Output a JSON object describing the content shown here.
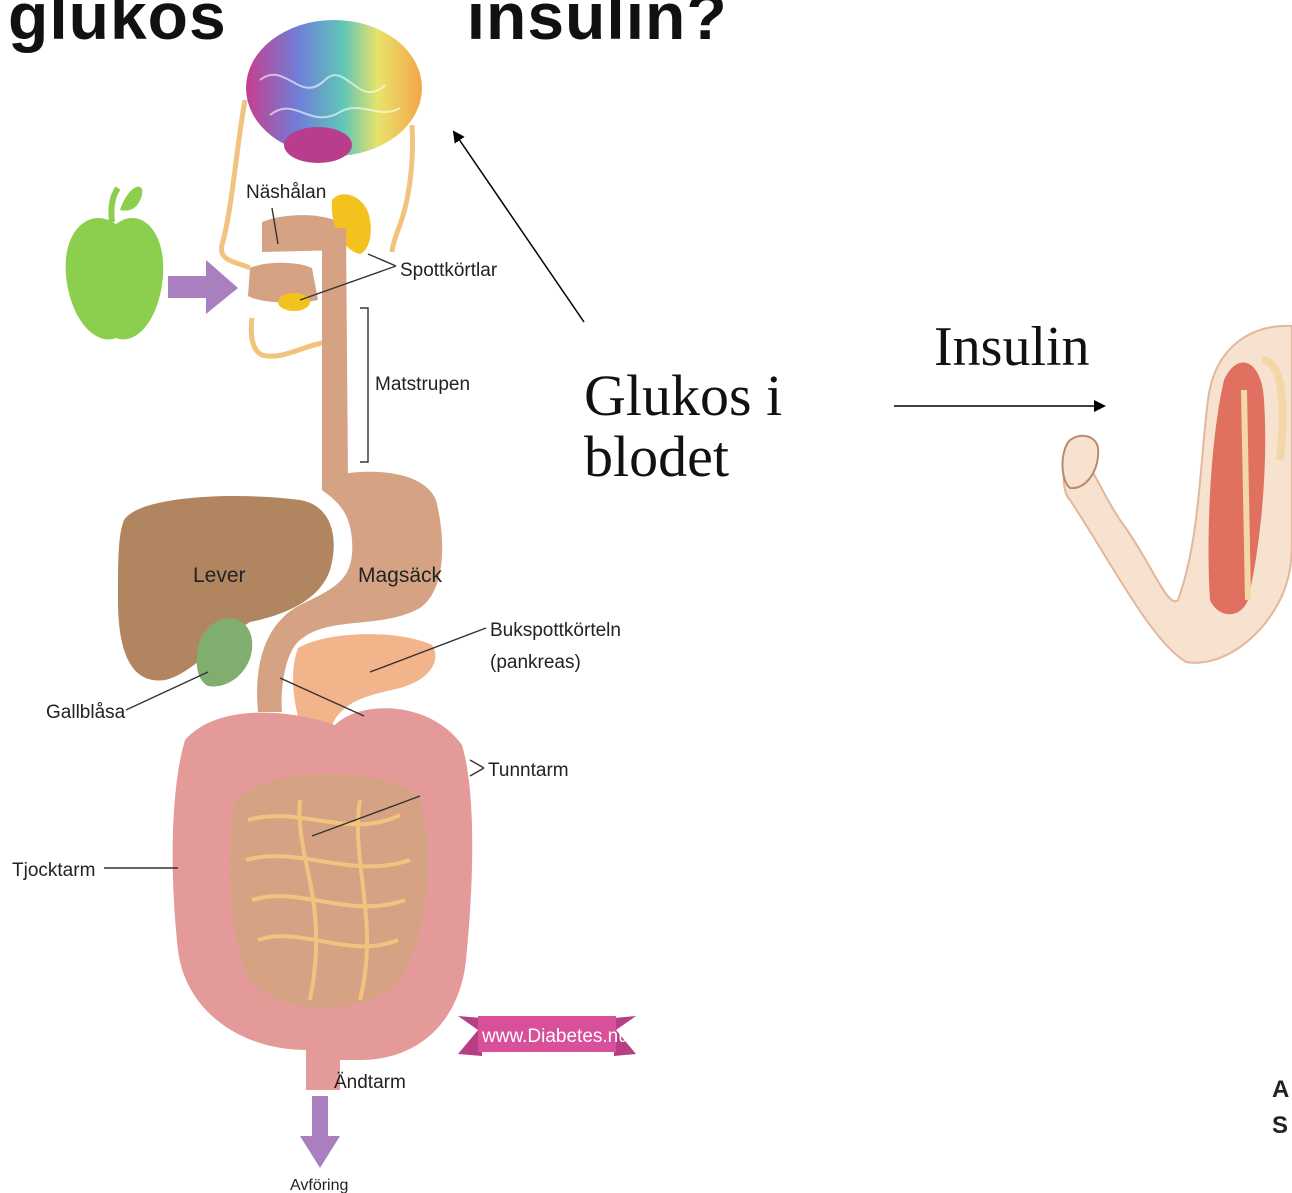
{
  "title": {
    "left": "glukos",
    "right": "insulin?"
  },
  "labels": {
    "nashalan": "Näshålan",
    "spottkortlar": "Spottkörtlar",
    "matstrupen": "Matstrupen",
    "lever": "Lever",
    "magsack": "Magsäck",
    "bukspottkorteln": "Bukspottkörteln",
    "pankreas": "(pankreas)",
    "gallblasa": "Gallblåsa",
    "tunntarm": "Tunntarm",
    "tjocktarm": "Tjocktarm",
    "andtarm": "Ändtarm",
    "avforing": "Avföring",
    "website": "www.Diabetes.nu"
  },
  "glukos_label": "Glukos i blodet",
  "insulin_label": "Insulin",
  "corner_text": [
    "A",
    "S"
  ],
  "icons": [
    "apple-icon",
    "brain-icon",
    "arm-muscle-icon",
    "arrow-icon"
  ],
  "colors": {
    "organ": "#d6a284",
    "liver": "#b08560",
    "gallbladder": "#7fae6e",
    "intestine": "#e59a9a",
    "smallIntestine": "#d6a284",
    "apple": "#8ccf4e",
    "arrowPurple": "#a97fbf",
    "gland": "#f4c21f",
    "ribbon": "#d84f9a"
  }
}
